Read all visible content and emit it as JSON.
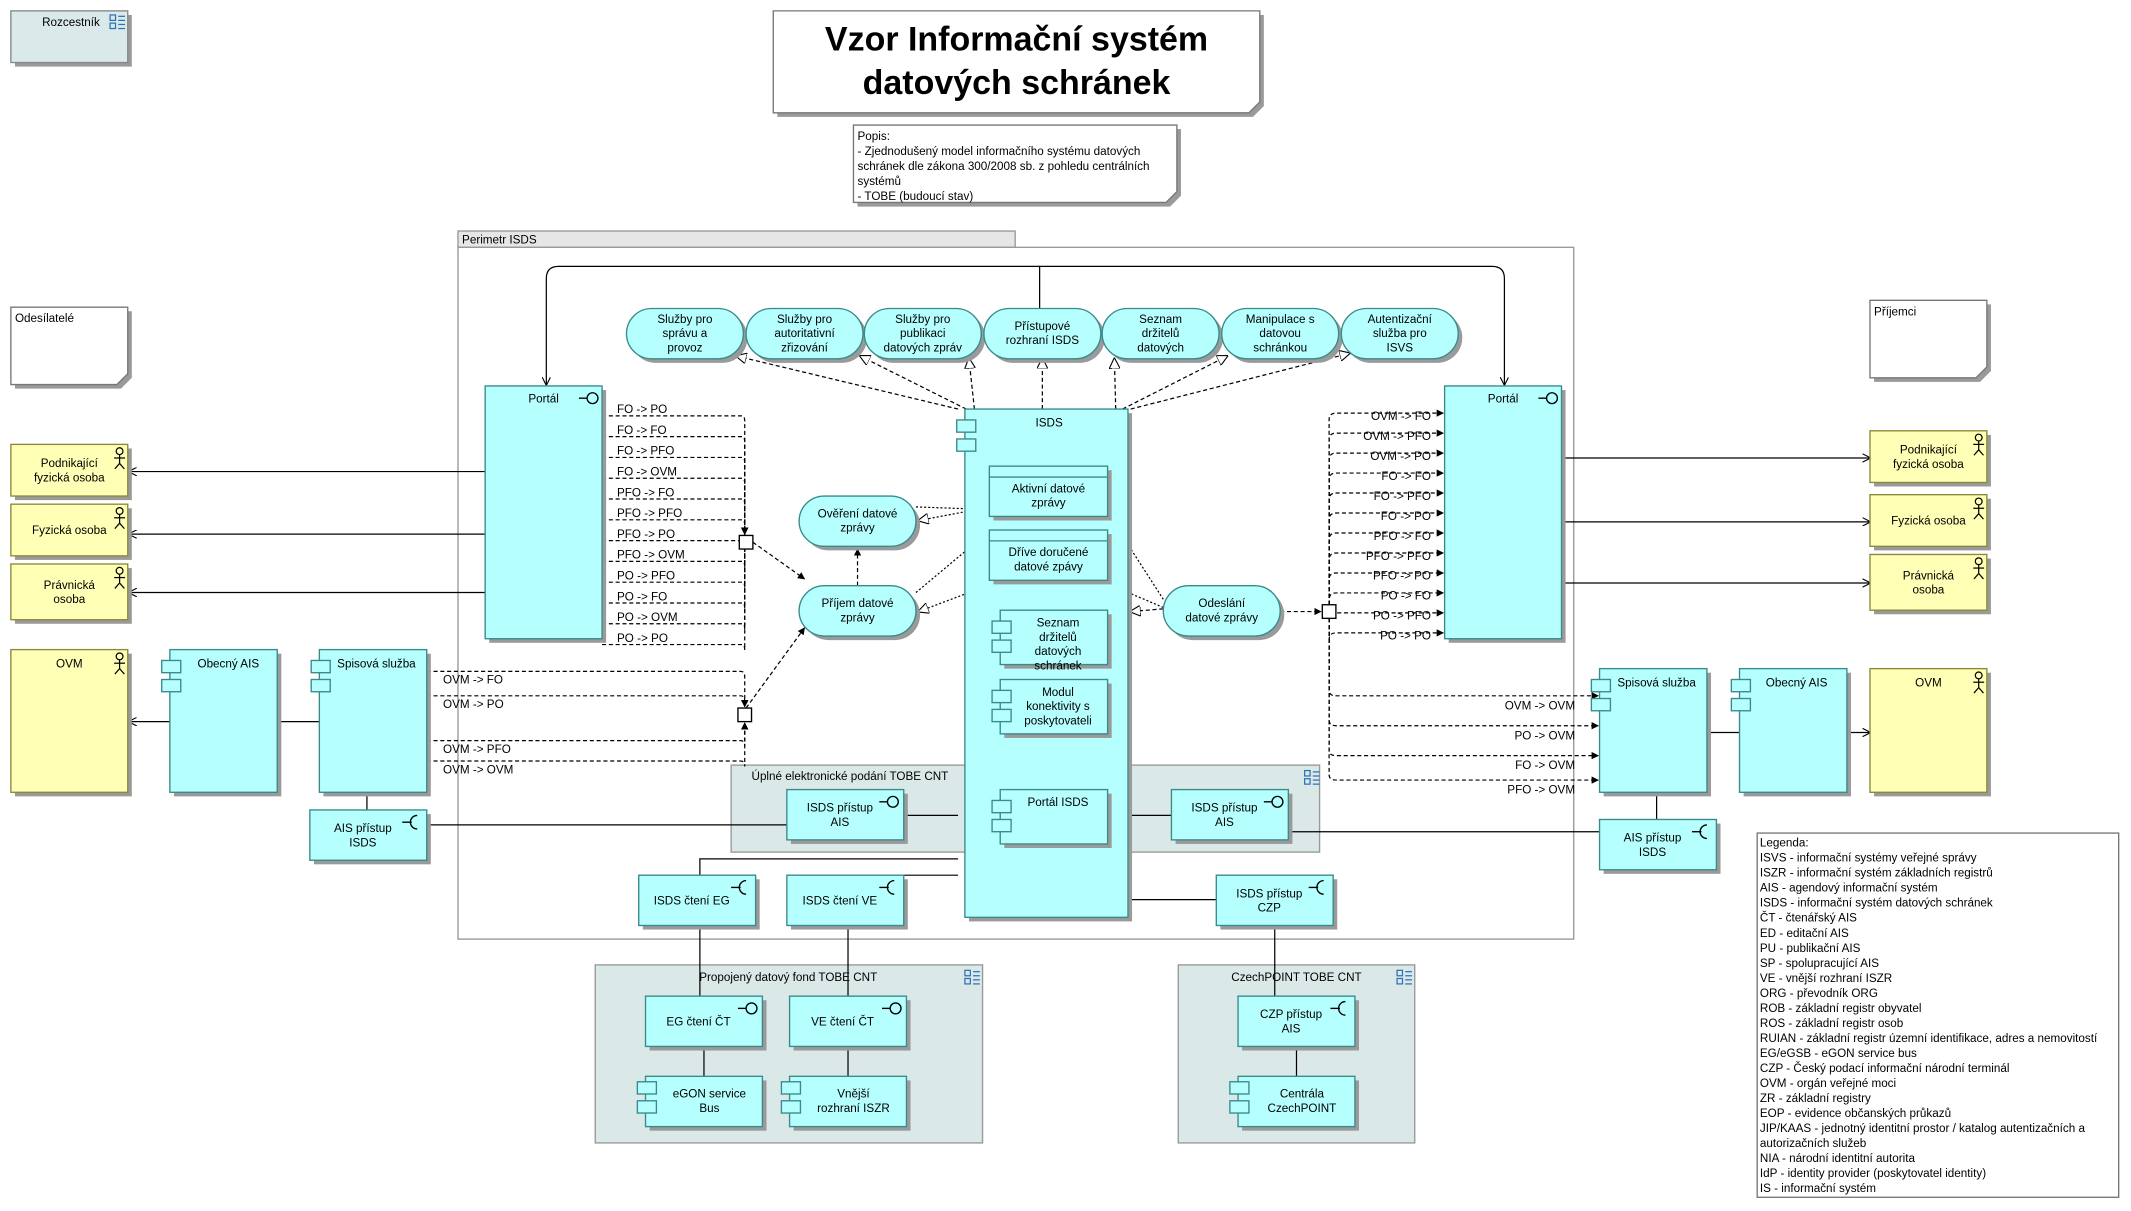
{
  "colors": {
    "application": "#b5ffff",
    "application_stroke": "#3a8a8a",
    "business": "#ffffb5",
    "business_stroke": "#8a8a3a",
    "group_fill": "#dbe8e8",
    "navigation": "#daeaea"
  },
  "title": {
    "line1": "Vzor Informační systém",
    "line2": "datových schránek"
  },
  "navigation": {
    "label": "Rozcestník",
    "icon": "view-icon"
  },
  "description": {
    "lines": [
      "Popis:",
      "- Zjednodušený model informačního systému datových",
      "schránek  dle zákona 300/2008 sb. z pohledu centrálních",
      "systémů",
      "- TOBE (budoucí stav)"
    ]
  },
  "groups": {
    "perimeter": "Perimetr ISDS",
    "upe": "Úplné elektronické podání TOBE CNT",
    "pdf": "Propojený datový fond TOBE CNT",
    "czechpoint": "CzechPOINT TOBE CNT"
  },
  "notes": {
    "senders": "Odesílatelé",
    "recipients": "Příjemci"
  },
  "actors": {
    "left": [
      "Podnikající fyzická osoba",
      "Fyzická osoba",
      "Právnická osoba",
      "OVM"
    ],
    "right": [
      "Podnikající fyzická osoba",
      "Fyzická osoba",
      "Právnická osoba",
      "OVM"
    ]
  },
  "services": [
    "Služby pro správu a provoz",
    "Služby pro autoritativní zřizování",
    "Služby pro publikaci datových zpráv",
    "Přístupové rozhraní ISDS",
    "Seznam držitelů datových",
    "Manipulace s datovou schránkou",
    "Autentizační služba pro ISVS"
  ],
  "components": {
    "portal_left": "Portál",
    "portal_right": "Portál",
    "isds": "ISDS",
    "obecny_ais_left": "Obecný AIS",
    "spisova_left": "Spisová služba",
    "spisova_right": "Spisová služba",
    "obecny_ais_right": "Obecný AIS",
    "aktivni": "Aktivní datové zprávy",
    "drive": "Dříve doručené datové zpávy",
    "seznam": "Seznam držitelů datových schránek",
    "modul": "Modul konektivity s poskytovateli",
    "portal_isds": "Portál ISDS",
    "egon": "eGON service Bus",
    "vnejsi": "Vnější rozhraní ISZR",
    "centrala": "Centrála CzechPOINT"
  },
  "interfaces": {
    "ais_pristup_left": "AIS přístup ISDS",
    "ais_pristup_right": "AIS přístup ISDS",
    "isds_pristup_ais_1": "ISDS přístup AIS",
    "isds_pristup_ais_2": "ISDS přístup AIS",
    "isds_cteni_eg": "ISDS čtení EG",
    "isds_cteni_ve": "ISDS čtení VE",
    "isds_pristup_czp": "ISDS přístup CZP",
    "eg_cteni": "EG čtení ČT",
    "ve_cteni": "VE čtení ČT",
    "czp_pristup": "CZP přístup AIS"
  },
  "functions": {
    "overeni": "Ověření datové zprávy",
    "prijem": "Příjem datové zprávy",
    "odeslani": "Odeslání datové zprávy"
  },
  "flows_left": [
    "FO -> PO",
    "FO -> FO",
    "FO -> PFO",
    "FO -> OVM",
    "PFO -> FO",
    "PFO -> PFO",
    "PFO -> PO",
    "PFO -> OVM",
    "PO -> PFO",
    "PO -> FO",
    "PO -> OVM",
    "PO -> PO"
  ],
  "flows_left_ovm": [
    "OVM -> FO",
    "OVM -> PO",
    "OVM -> PFO",
    "OVM -> OVM"
  ],
  "flows_right": [
    "OVM -> FO",
    "OVM -> PFO",
    "OVM -> PO",
    "FO -> FO",
    "FO -> PFO",
    "FO -> PO",
    "PFO -> FO",
    "PFO -> PFO",
    "PFO -> PO",
    "PO -> FO",
    "PO -> PFO",
    "PO -> PO"
  ],
  "flows_right_ovm": [
    "OVM -> OVM",
    "PO -> OVM",
    "FO -> OVM",
    "PFO -> OVM"
  ],
  "legend": [
    "Legenda:",
    "ISVS - informační systémy veřejné správy",
    "ISZR - informační systém základních registrů",
    "AIS - agendový informační systém",
    "ISDS - informační systém datových schránek",
    "ČT - čtenářský AIS",
    "ED - editační AIS",
    "PU - publikační AIS",
    "SP - spolupracující AIS",
    "VE - vnější rozhraní ISZR",
    "ORG - převodník ORG",
    "ROB - základní registr obyvatel",
    "ROS - základní registr osob",
    "RUIAN - základní registr územní identifikace, adres a nemovitostí",
    "EG/eGSB - eGON service bus",
    "CZP - Český podací informační národní terminál",
    "OVM - orgán veřejné moci",
    "ZR - základní registry",
    "EOP - evidence občanských průkazů",
    "JIP/KAAS - jednotný identitní prostor / katalog autentizačních a",
    "autorizačních služeb",
    "NIA - národní identitní autorita",
    "IdP - identity provider (poskytovatel identity)",
    "IS - informační systém"
  ]
}
